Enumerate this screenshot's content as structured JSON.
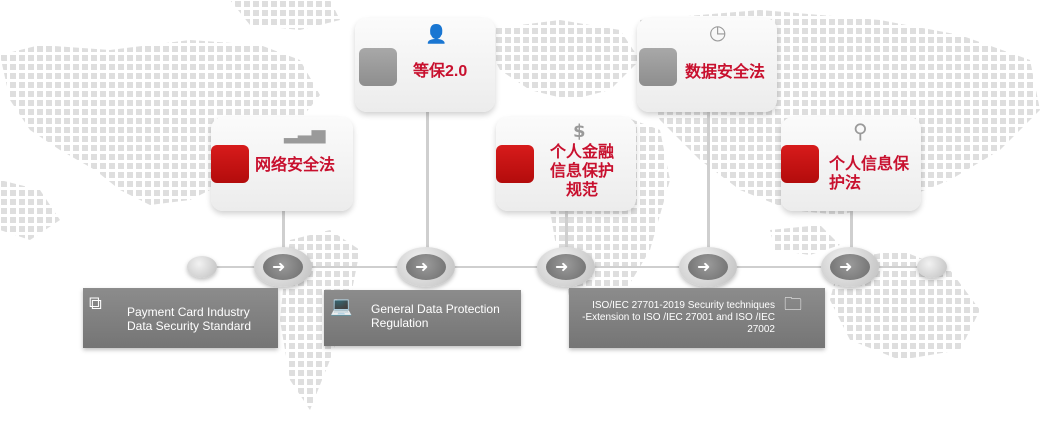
{
  "colors": {
    "accent_red": "#c8102e",
    "card_bg": "#f5f5f5",
    "box_gray": "#808080",
    "timeline": "#cfcfcf"
  },
  "cards": [
    {
      "id": "cyber",
      "title": "网络安全法",
      "icon": "bar-chart-icon",
      "tab": "red"
    },
    {
      "id": "mlps",
      "title": "等保2.0",
      "icon": "reader-icon",
      "tab": "gray"
    },
    {
      "id": "finance",
      "title": "个人金融信息保护规范",
      "title_lines": [
        "个人金融",
        "信息保护",
        "规范"
      ],
      "icon": "dollar-icon",
      "tab": "red"
    },
    {
      "id": "data",
      "title": "数据安全法",
      "icon": "clock-icon",
      "tab": "gray"
    },
    {
      "id": "pi",
      "title": "个人信息保护法",
      "title_lines": [
        "个人信息保",
        "护法"
      ],
      "icon": "magnifier-icon",
      "tab": "red"
    }
  ],
  "standards": [
    {
      "id": "pci",
      "lines": [
        "Payment Card Industry",
        "Data Security Standard"
      ],
      "icon": "cards-icon"
    },
    {
      "id": "gdpr",
      "lines": [
        "General Data Protection",
        "Regulation"
      ],
      "icon": "laptop-icon"
    },
    {
      "id": "iso",
      "lines": [
        "ISO/IEC  27701-2019  Security techniques",
        "-Extension to ISO /IEC 27001 and ISO /IEC",
        "27002"
      ],
      "icon": "folder-icon"
    }
  ]
}
